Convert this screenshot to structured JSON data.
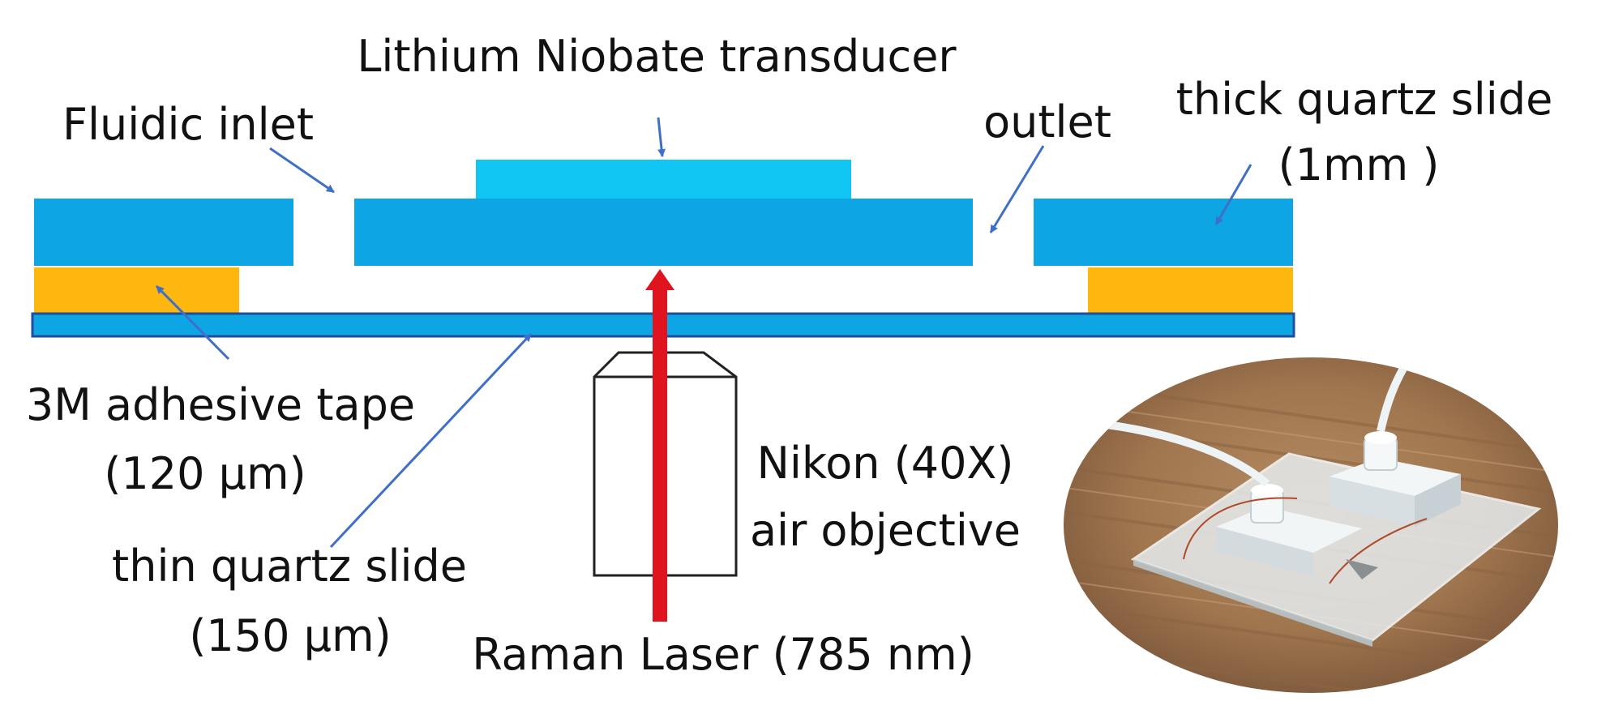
{
  "labels": {
    "transducer": "Lithium Niobate transducer",
    "inlet": "Fluidic inlet",
    "outlet": "outlet",
    "thick_slide": "thick quartz slide",
    "thick_slide_dim": "(1mm )",
    "tape": "3M adhesive tape",
    "tape_dim": "(120 µm)",
    "thin_slide": "thin quartz slide",
    "thin_slide_dim": "(150 µm)",
    "objective": "Nikon (40X)",
    "objective_type": "air objective",
    "laser": "Raman Laser (785 nm)"
  },
  "colors": {
    "quartz": "#0EA5E4",
    "transducer": "#11C6F3",
    "tape": "#FDB70F",
    "laser": "#E0141E",
    "arrow": "#3F6FC6",
    "thin_slide_border": "#1F4E9E"
  }
}
